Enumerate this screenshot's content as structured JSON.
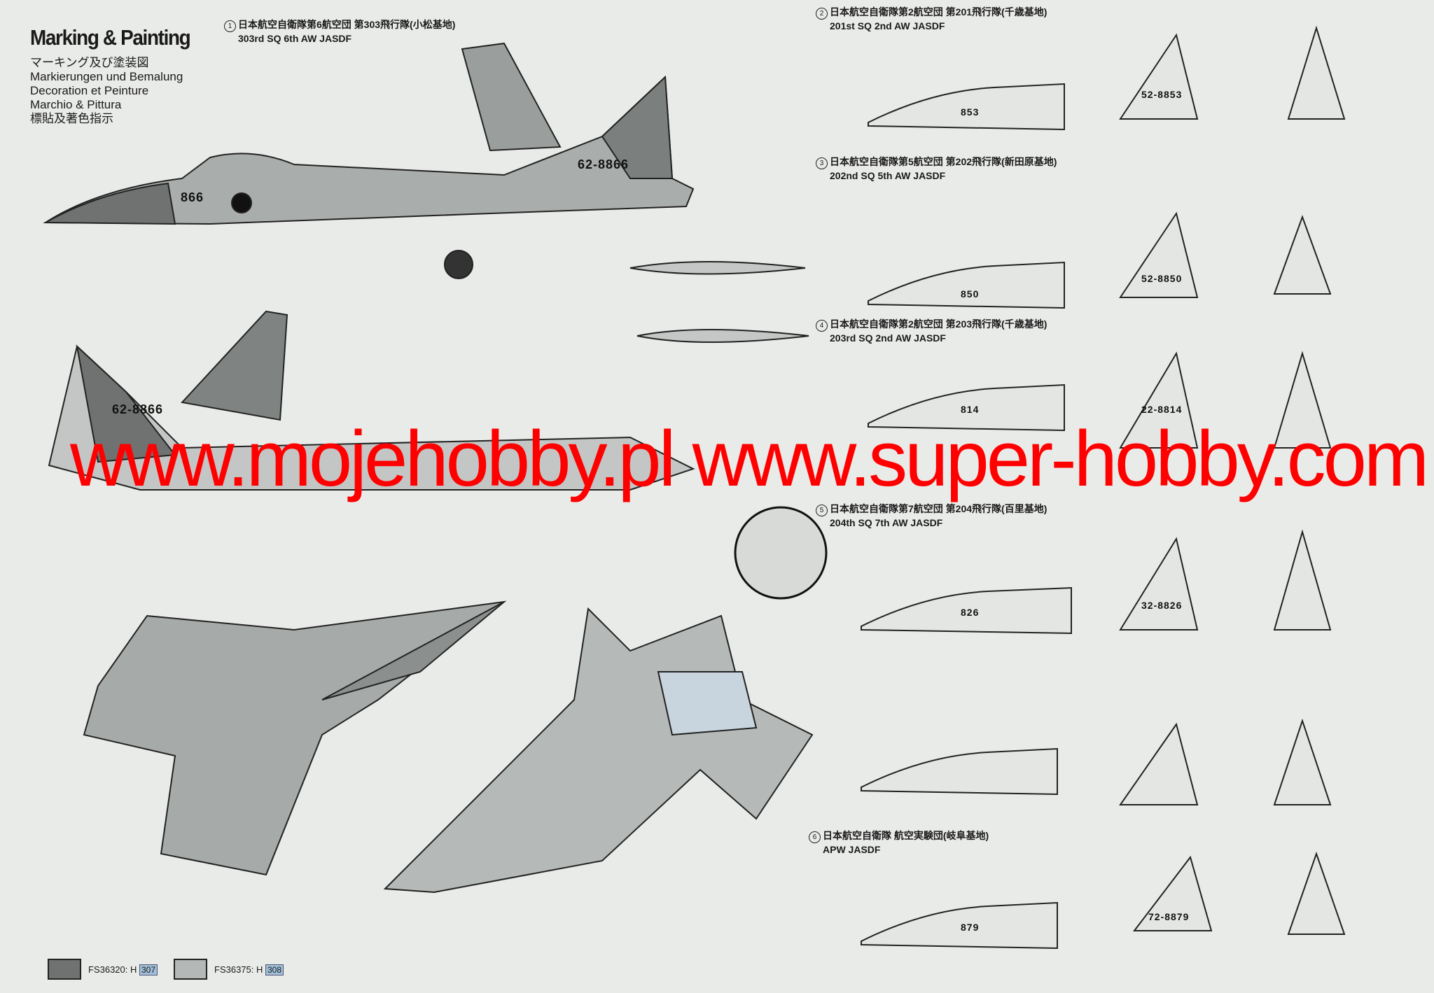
{
  "header": {
    "title": "Marking & Painting",
    "subtitles": [
      "マーキング及び塗装図",
      "Markierungen und Bemalung",
      "Decoration et Peinture",
      "Marchio & Pittura",
      "標貼及著色指示"
    ]
  },
  "sections": [
    {
      "num": "1",
      "jp": "日本航空自衛隊第6航空団 第303飛行隊(小松基地)",
      "en": "303rd SQ 6th AW JASDF",
      "tail": "62-8866",
      "nose": "866"
    },
    {
      "num": "2",
      "jp": "日本航空自衛隊第2航空団 第201飛行隊(千歳基地)",
      "en": "201st SQ 2nd AW JASDF",
      "tail": "52-8853",
      "nose": "853"
    },
    {
      "num": "3",
      "jp": "日本航空自衛隊第5航空団 第202飛行隊(新田原基地)",
      "en": "202nd SQ 5th AW JASDF",
      "tail": "52-8850",
      "nose": "850"
    },
    {
      "num": "4",
      "jp": "日本航空自衛隊第2航空団 第203飛行隊(千歳基地)",
      "en": "203rd SQ 2nd AW JASDF",
      "tail": "22-8814",
      "nose": "814"
    },
    {
      "num": "5",
      "jp": "日本航空自衛隊第7航空団 第204飛行隊(百里基地)",
      "en": "204th SQ 7th AW JASDF",
      "tail": "32-8826",
      "nose": "826"
    },
    {
      "num": "6",
      "jp": "日本航空自衛隊 航空実験団(岐阜基地)",
      "en": "APW JASDF",
      "tail": "72-8879",
      "nose": "879"
    }
  ],
  "watermark": "www.mojehobby.pl www.super-hobby.com",
  "legend": [
    {
      "code": "FS36320: H",
      "h": "307",
      "color": "#6f7270"
    },
    {
      "code": "FS36375: H",
      "h": "308",
      "color": "#b4b8b6"
    }
  ],
  "colors": {
    "dark_gray": "#6f7270",
    "light_gray": "#b4b8b6",
    "watermark": "#ff0000"
  }
}
